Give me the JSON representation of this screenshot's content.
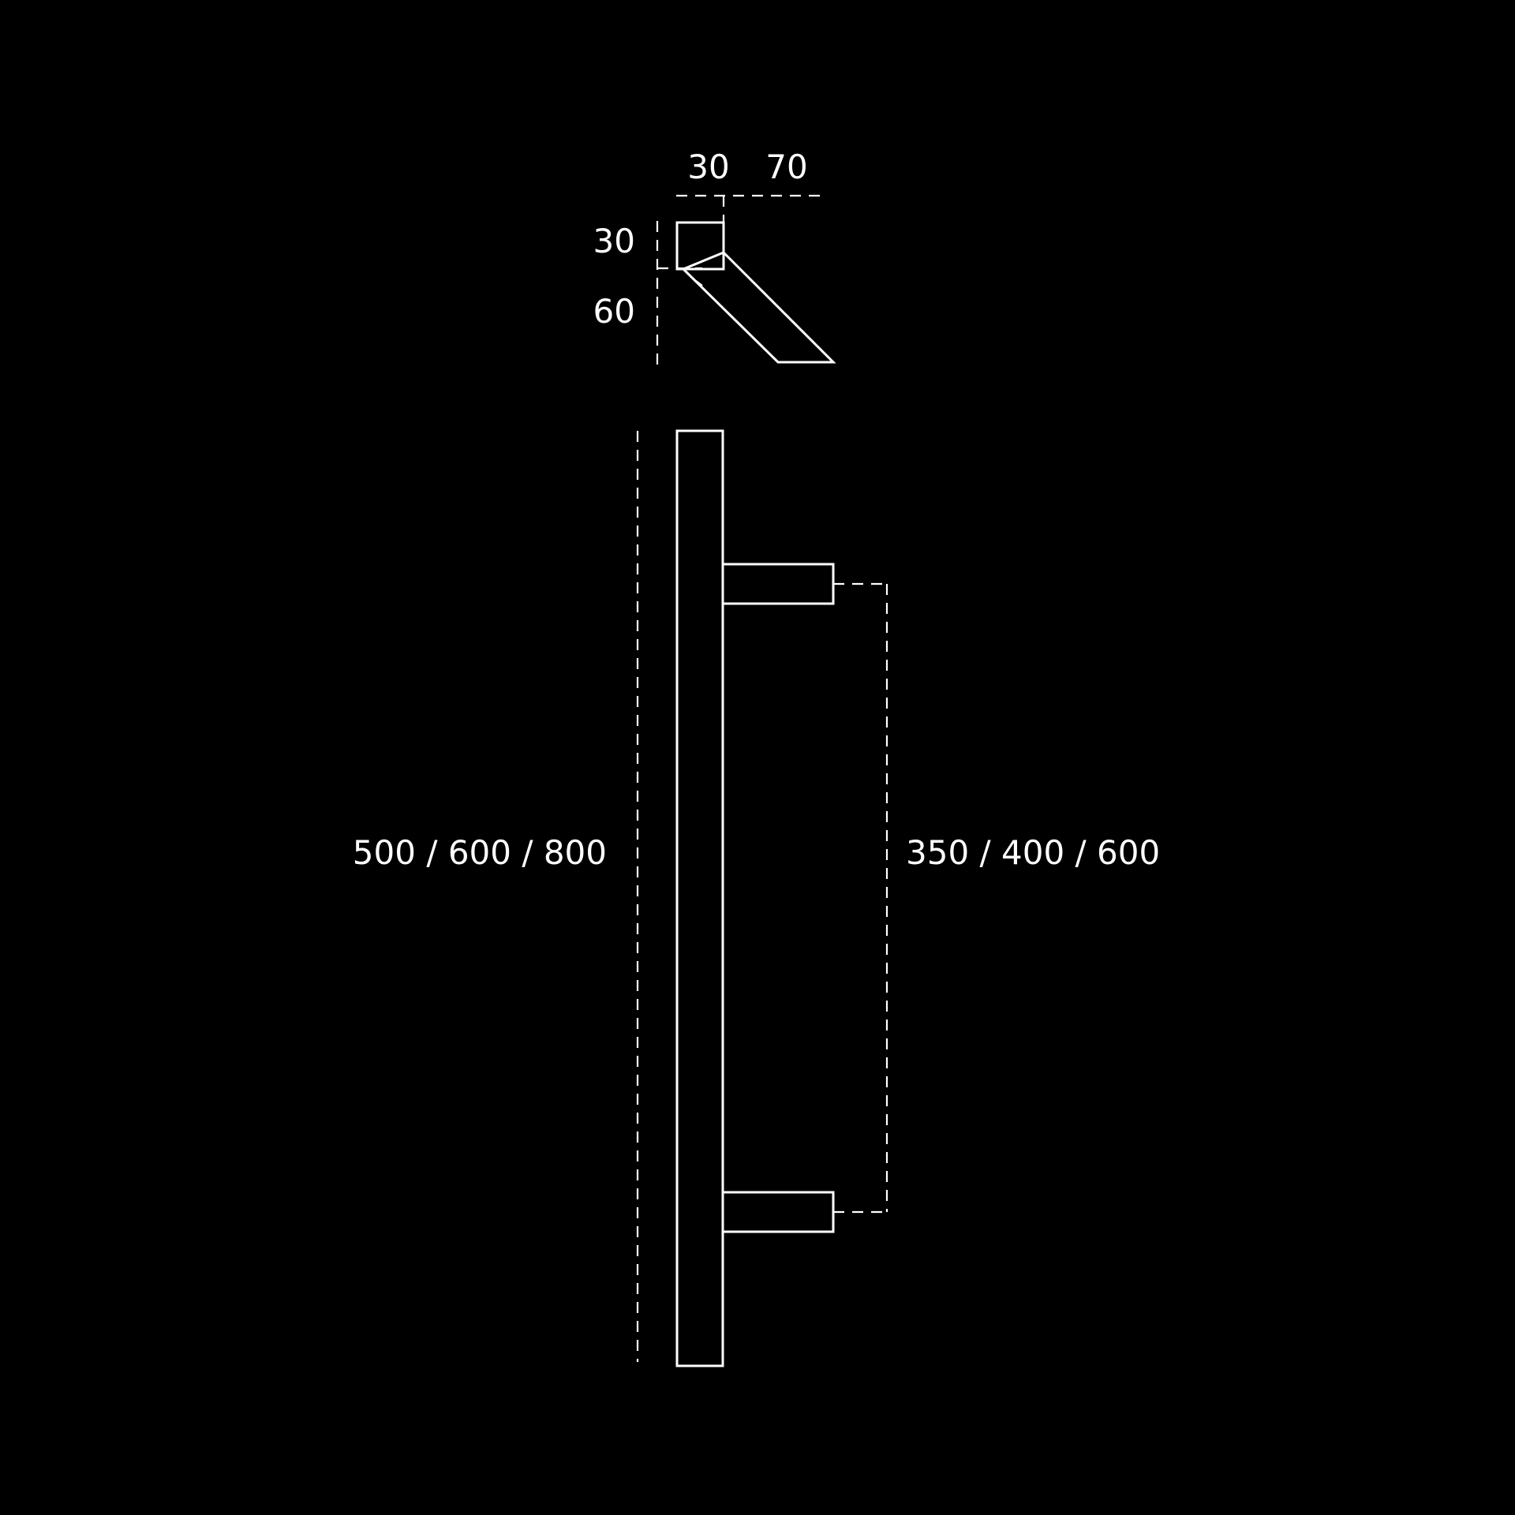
{
  "colors": {
    "background": "#000000",
    "line": "#ffffff",
    "text": "#ffffff"
  },
  "top_view": {
    "dims": {
      "width_a": "30",
      "width_b": "70",
      "height_a": "30",
      "height_b": "60"
    }
  },
  "front_view": {
    "dims": {
      "total_length": "500 / 600 / 800",
      "center_distance": "350 / 400 / 600"
    }
  }
}
